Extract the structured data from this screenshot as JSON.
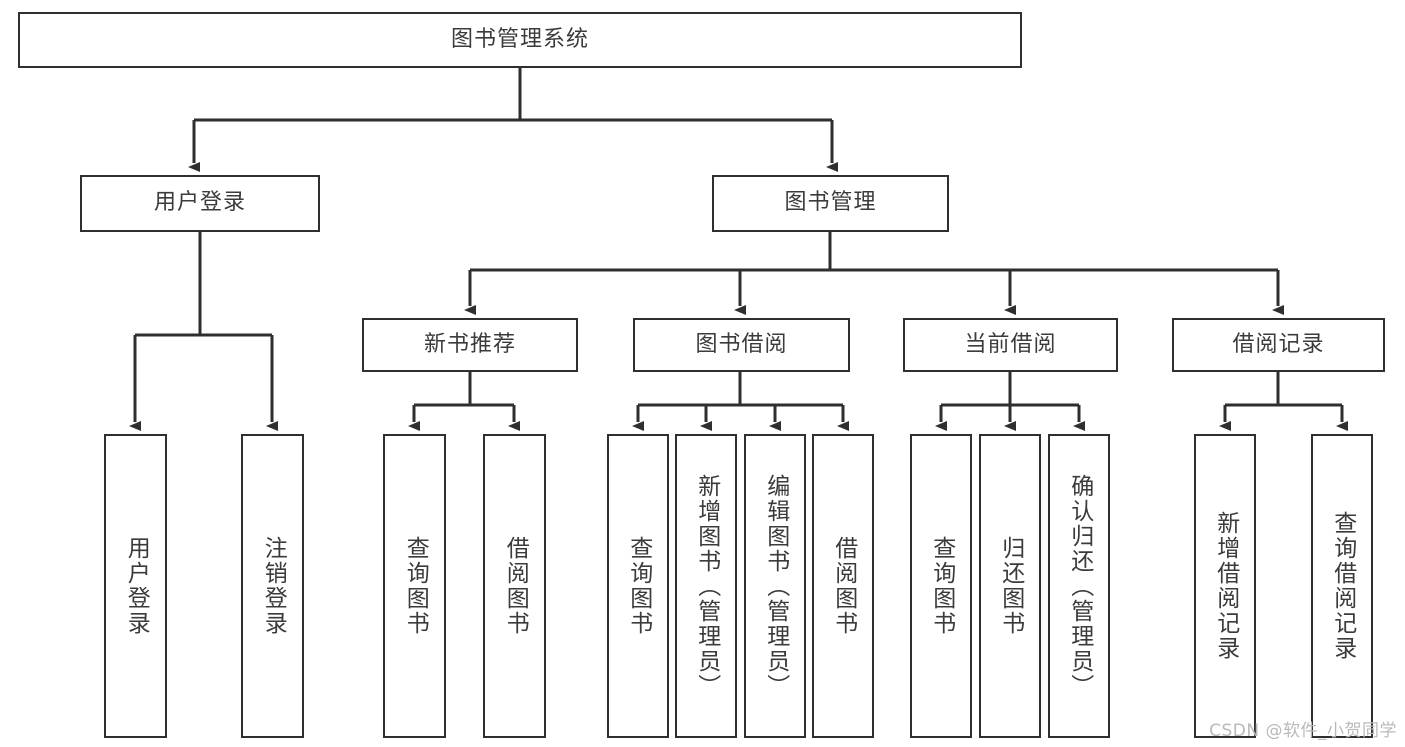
{
  "diagram": {
    "type": "tree-hierarchy",
    "title": "图书管理系统",
    "orientation": "top-down",
    "colors": {
      "box_border": "#2f2f2f",
      "box_fill": "#ffffff",
      "text": "#3b3b3b",
      "connector": "#2f2f2f",
      "watermark": "#b9b9b9"
    }
  },
  "root": {
    "label": "图书管理系统"
  },
  "level2": [
    {
      "label": "用户登录"
    },
    {
      "label": "图书管理"
    }
  ],
  "level3": [
    {
      "label": "新书推荐"
    },
    {
      "label": "图书借阅"
    },
    {
      "label": "当前借阅"
    },
    {
      "label": "借阅记录"
    }
  ],
  "leaves": {
    "user_login": [
      {
        "label": "用户登录"
      },
      {
        "label": "注销登录"
      }
    ],
    "new_book_recommend": [
      {
        "label": "查询图书"
      },
      {
        "label": "借阅图书"
      }
    ],
    "book_borrow": [
      {
        "label": "查询图书"
      },
      {
        "label": "新增图书（管理员）"
      },
      {
        "label": "编辑图书（管理员）"
      },
      {
        "label": "借阅图书"
      }
    ],
    "current_borrow": [
      {
        "label": "查询图书"
      },
      {
        "label": "归还图书"
      },
      {
        "label": "确认归还（管理员）"
      }
    ],
    "borrow_record": [
      {
        "label": "新增借阅记录"
      },
      {
        "label": "查询借阅记录"
      }
    ]
  },
  "watermark": {
    "text": "CSDN @软件_小贺同学"
  }
}
